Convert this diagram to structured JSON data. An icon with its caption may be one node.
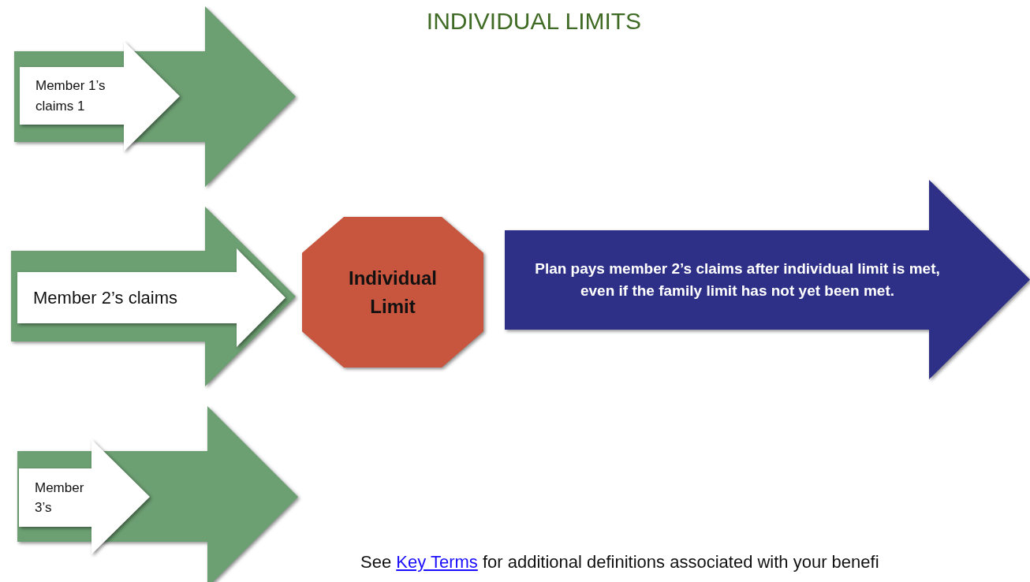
{
  "diagram": {
    "title": "INDIVIDUAL LIMITS",
    "nodes": [
      {
        "text": [],
        "shape": "arrow"
      },
      {
        "text": [
          "Member 1’s claims 1"
        ],
        "in": 0
      },
      {
        "text": [],
        "shape": "arrow"
      },
      {
        "text": [
          "Member 2’s claims"
        ],
        "in": 2
      },
      {
        "text": [],
        "shape": "arrow"
      },
      {
        "text": [
          "Member 3’s"
        ],
        "in": 4
      },
      {
        "text": [
          "Individual Limit"
        ]
      },
      {
        "text": [
          "Plan pays member 2’s claims after individual limit is met, even if the family limit has not yet been met."
        ]
      }
    ],
    "labels": [
      "See",
      "Key Terms",
      "for additional definitions associated with your benefi"
    ]
  }
}
